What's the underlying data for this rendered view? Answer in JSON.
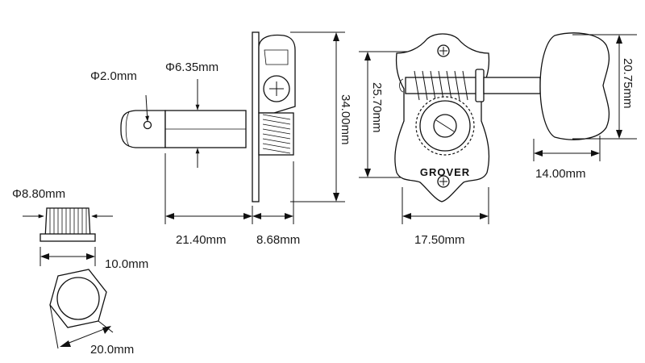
{
  "diagram": {
    "brand": "GROVER",
    "dimensions": {
      "hole_diameter": "Φ2.0mm",
      "shaft_diameter": "Φ6.35mm",
      "bushing_diameter": "Φ8.80mm",
      "bushing_height": "10.0mm",
      "nut_width": "20.0mm",
      "shaft_length": "21.40mm",
      "plate_thickness": "8.68mm",
      "overall_height": "34.00mm",
      "hole_spacing": "25.70mm",
      "housing_width": "17.50mm",
      "button_width": "14.00mm",
      "button_height": "20.75mm"
    }
  }
}
